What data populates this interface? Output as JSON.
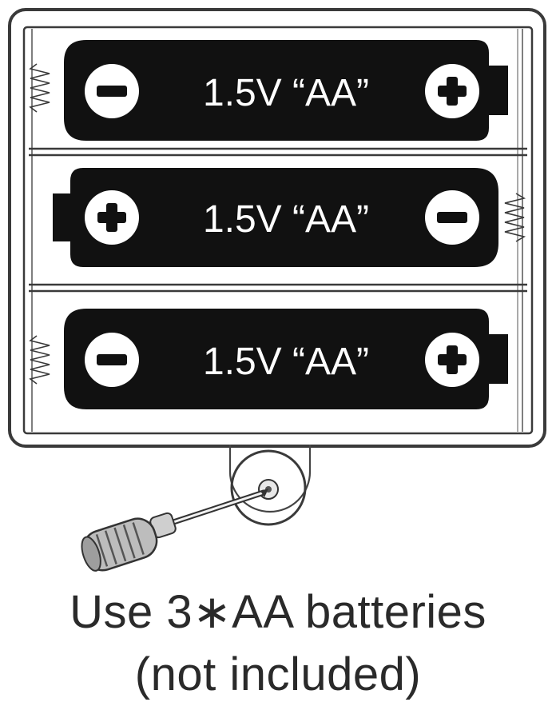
{
  "diagram": {
    "batteries": [
      {
        "label": "1.5V “AA”",
        "left_terminal": "−",
        "right_terminal": "+"
      },
      {
        "label": "1.5V “AA”",
        "left_terminal": "+",
        "right_terminal": "−"
      },
      {
        "label": "1.5V “AA”",
        "left_terminal": "−",
        "right_terminal": "+"
      }
    ],
    "icons": {
      "compartment": "battery-holder-icon",
      "screw": "screw-icon",
      "tool": "screwdriver-icon",
      "spring": "spring-contact-icon"
    },
    "colors": {
      "battery": "#111111",
      "terminal_badge": "#ffffff",
      "outline": "#333333",
      "text": "#2a2a2a"
    }
  },
  "caption": {
    "line1": "Use 3∗AA batteries",
    "line2": "(not included)"
  }
}
